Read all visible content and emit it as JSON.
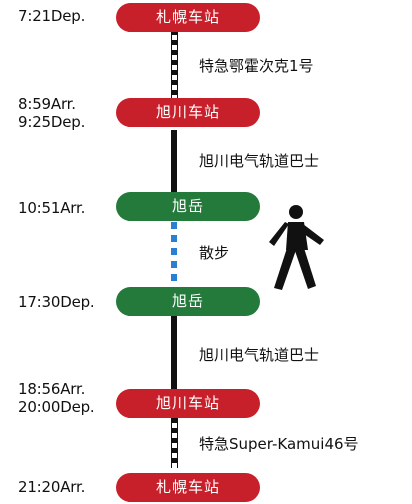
{
  "stops": [
    {
      "time": "7:21Dep.",
      "station": "札幌车站"
    },
    {
      "time": "8:59Arr.\n9:25Dep.",
      "station": "旭川车站"
    },
    {
      "time": "10:51Arr.",
      "station": "旭岳"
    },
    {
      "time": "17:30Dep.",
      "station": "旭岳"
    },
    {
      "time": "18:56Arr.\n20:00Dep.",
      "station": "旭川车站"
    },
    {
      "time": "21:20Arr.",
      "station": "札幌车站"
    }
  ],
  "legs": [
    {
      "label": "特急鄂霍次克1号",
      "mode": "train"
    },
    {
      "label": "旭川电气轨道巴士",
      "mode": "bus"
    },
    {
      "label": "散步",
      "mode": "walk"
    },
    {
      "label": "旭川电气轨道巴士",
      "mode": "bus"
    },
    {
      "label": "特急Super-Kamui46号",
      "mode": "train"
    }
  ],
  "colors": {
    "station_city": "#c8202b",
    "station_mountain": "#237a3b",
    "walk_line": "#2a7fd0",
    "bus_line": "#111111"
  },
  "icons": {
    "walker": "walking-person-icon"
  }
}
